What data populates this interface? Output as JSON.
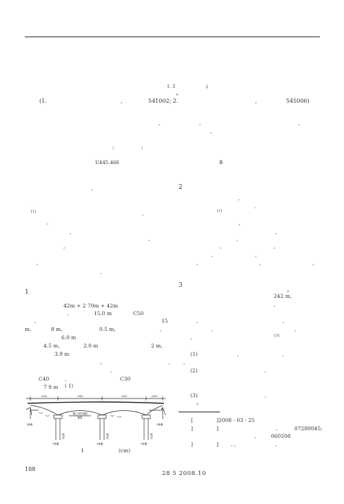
{
  "header": {
    "affil_marks": "1, 2",
    "author_tail": "i",
    "comma": "、",
    "affiliation": {
      "open": "(1.",
      "c1": ",",
      "code1": "541002; 2.",
      "c2": ",",
      "code2": "545006)"
    }
  },
  "abstract": {
    "p1": ",",
    "p2": ",",
    "p3": ",",
    "p4": ",",
    "kw1": ";",
    "kw2": ";",
    "clc": "U445.466",
    "doc_code": "B"
  },
  "left": {
    "intro_comma": ",",
    "ref1_mark": ",",
    "ref1": "[1]",
    "ref1_comma": ",",
    "c_a": ",",
    "c_b": ",",
    "c_c": ",",
    "c_d": ",",
    "c_e": ",",
    "c_f": ",",
    "section1": "1",
    "span": "42m + 2    70m + 42m",
    "width_comma": ",",
    "width": "15.0 m",
    "concrete1": "C50",
    "l5_comma": ",",
    "l5_num": "15",
    "l6_m": "m,",
    "l6_a": "8 m,",
    "l6_b": "0.5 m,",
    "l6_c": ",",
    "l7": "6.0 m",
    "l8_a": "4.5 m,",
    "l8_b": "2.0 m",
    "l8_c": "2 m,",
    "l9": "3.9 m",
    "l10_a": "、",
    "l10_b": ",",
    "l10_c": ",",
    "l11": ",",
    "l12_a": "C40",
    "l12_b": ",",
    "l12_c": "C30",
    "l13": "7    9 m",
    "fig_ref": "(    1)",
    "fig_num": "1",
    "fig_unit": "(cm)"
  },
  "figure": {
    "dim1": "4200",
    "dim2": "7000",
    "dim3": "7000",
    "dim4": "4200",
    "note1": "施工水位控制",
    "note2": "垫层",
    "pier1": "1号墩",
    "pier2": "2号墩",
    "pier3": "3号墩",
    "pier4": "4号墩",
    "pier5": "5号墩",
    "pile1": "钻孔桩",
    "pile2": "钻孔桩",
    "pile3": "钻孔桩"
  },
  "right": {
    "section2": "2",
    "r_a": ",",
    "r_b": ".",
    "ref2": "[2]",
    "r_c": ",",
    "r_d": ",",
    "r_e": ".",
    "r_f": ",",
    "r_g": ",",
    "r_h": ",",
    "r_i": ",",
    "r_j": ",",
    "r_k": ",",
    "r_l": ",",
    "section3": "3",
    "area": "242 m",
    "area_sup": "2",
    "area_comma": ",",
    "r_m": ",",
    "r_n": ",",
    "r_o": ",",
    "r_p": ",",
    "r_q": ",",
    "ref3": "[3]",
    "r_r": ",",
    "item1": "(1)",
    "item1_comma": ",",
    "item1_comma2": ",",
    "item2": "(2)",
    "item2_comma": ",",
    "item3": "(3)",
    "item3_comma": ",",
    "item3_dot": "。"
  },
  "footnote": {
    "l1_a": "[",
    "l1_b": "]2008 - 03 -  25",
    "l2_a": "]",
    "l2_b": "]",
    "l2_c": ",",
    "l2_d": "07280045;",
    "l3_a": ",",
    "l3_b": "060208",
    "l4_a": "]",
    "l4_b": "]",
    "l4_c": ",   ,",
    "l4_d": ","
  },
  "footer": {
    "page": "188",
    "journal": "28    5      2008.10"
  }
}
